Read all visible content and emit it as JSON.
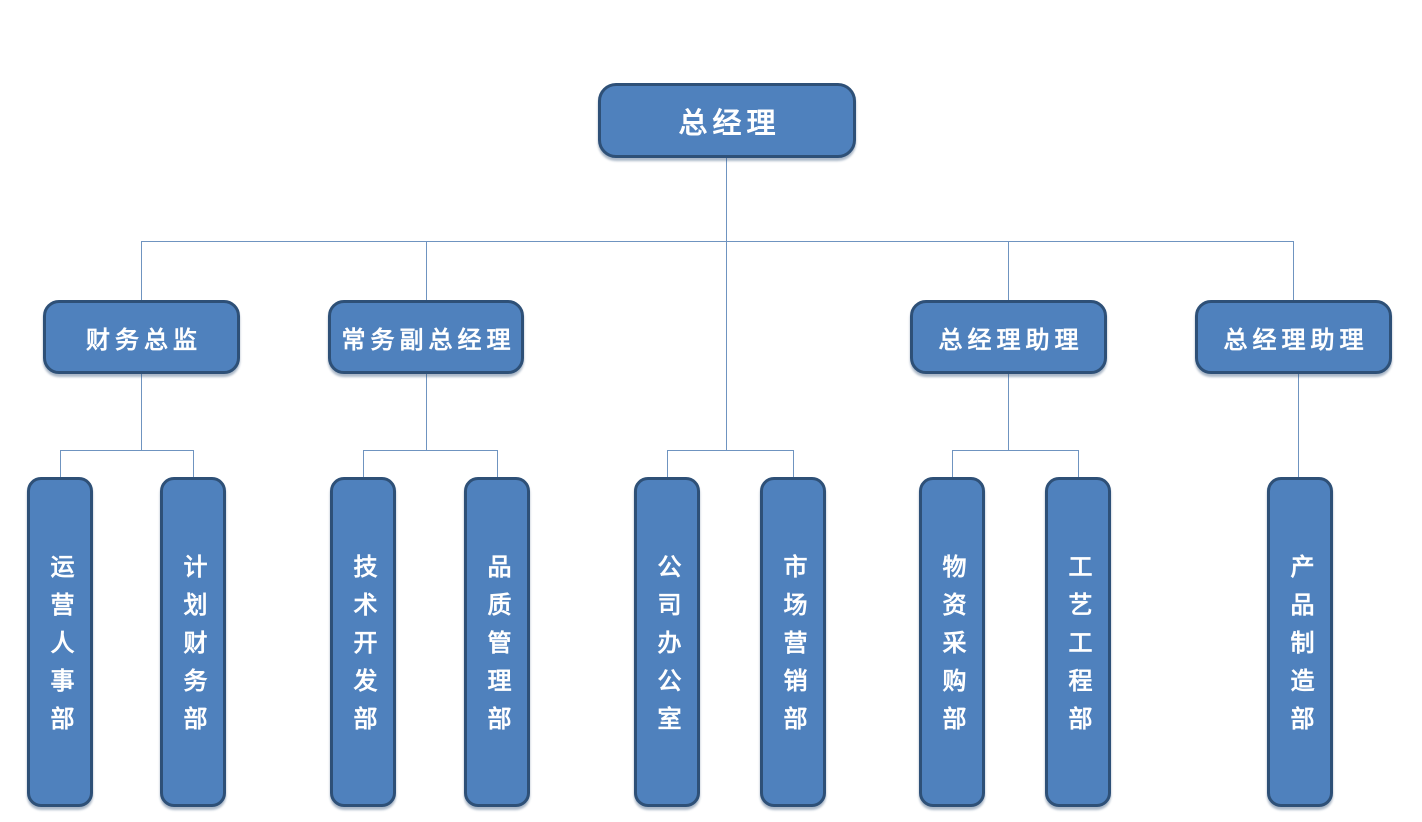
{
  "diagram": {
    "type": "org-chart",
    "root": {
      "label": "总经理"
    },
    "level2": [
      {
        "label": "财务总监",
        "children": [
          "运营人事部",
          "计划财务部"
        ]
      },
      {
        "label": "常务副总经理",
        "children": [
          "技术开发部",
          "品质管理部"
        ]
      },
      {
        "label": "总经理助理",
        "children": [
          "物资采购部",
          "工艺工程部"
        ]
      },
      {
        "label": "总经理助理",
        "children": [
          "产品制造部"
        ]
      }
    ],
    "root_direct_children": [
      "公司办公室",
      "市场营销部"
    ],
    "departments": [
      {
        "label": "运营人事部"
      },
      {
        "label": "计划财务部"
      },
      {
        "label": "技术开发部"
      },
      {
        "label": "品质管理部"
      },
      {
        "label": "公司办公室"
      },
      {
        "label": "市场营销部"
      },
      {
        "label": "物资采购部"
      },
      {
        "label": "工艺工程部"
      },
      {
        "label": "产品制造部"
      }
    ],
    "colors": {
      "box_fill": "#4f81bd",
      "box_border": "#2e5077",
      "connector": "#6f94c0",
      "text": "#ffffff",
      "background": "#ffffff"
    }
  }
}
